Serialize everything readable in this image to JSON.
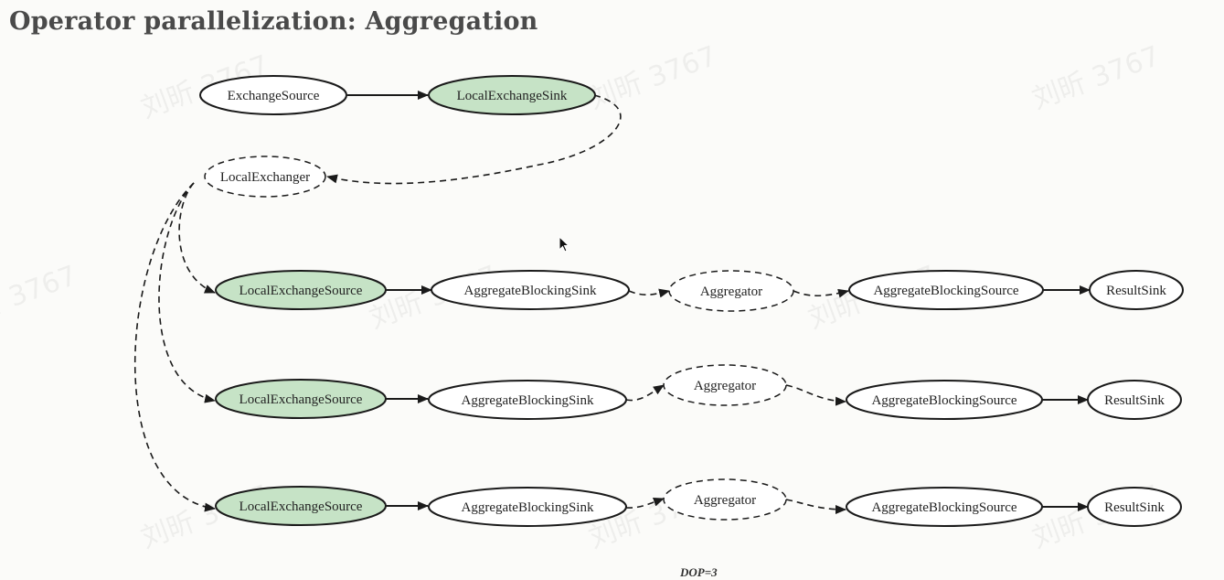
{
  "title": "Operator parallelization: Aggregation",
  "caption": "DOP=3",
  "watermark": "刘昕 3767",
  "colors": {
    "source_fill": "#c6e3c6",
    "stroke": "#1a1a1a",
    "background": "#fbfbf9"
  },
  "nodes": {
    "exchange_source": "ExchangeSource",
    "local_exchange_sink": "LocalExchangeSink",
    "local_exchanger": "LocalExchanger",
    "rows": [
      {
        "source": "LocalExchangeSource",
        "sink": "AggregateBlockingSink",
        "aggregator": "Aggregator",
        "agg_source": "AggregateBlockingSource",
        "result": "ResultSink"
      },
      {
        "source": "LocalExchangeSource",
        "sink": "AggregateBlockingSink",
        "aggregator": "Aggregator",
        "agg_source": "AggregateBlockingSource",
        "result": "ResultSink"
      },
      {
        "source": "LocalExchangeSource",
        "sink": "AggregateBlockingSink",
        "aggregator": "Aggregator",
        "agg_source": "AggregateBlockingSource",
        "result": "ResultSink"
      }
    ]
  }
}
